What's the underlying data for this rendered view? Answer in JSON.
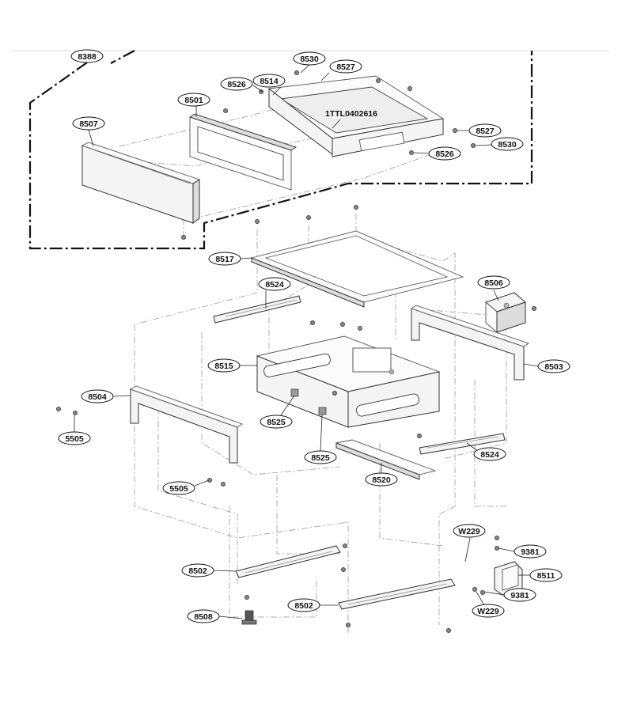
{
  "diagram": {
    "callouts": [
      {
        "id": "c-8388",
        "label": "8388"
      },
      {
        "id": "c-8530a",
        "label": "8530"
      },
      {
        "id": "c-8527a",
        "label": "8527"
      },
      {
        "id": "c-8526a",
        "label": "8526"
      },
      {
        "id": "c-8514",
        "label": "8514"
      },
      {
        "id": "c-8501",
        "label": "8501"
      },
      {
        "id": "c-8507",
        "label": "8507"
      },
      {
        "id": "c-1ttl",
        "label": "1TTL0402616"
      },
      {
        "id": "c-8527b",
        "label": "8527"
      },
      {
        "id": "c-8530b",
        "label": "8530"
      },
      {
        "id": "c-8526b",
        "label": "8526"
      },
      {
        "id": "c-8517",
        "label": "8517"
      },
      {
        "id": "c-8506",
        "label": "8506"
      },
      {
        "id": "c-8524a",
        "label": "8524"
      },
      {
        "id": "c-8515",
        "label": "8515"
      },
      {
        "id": "c-8503",
        "label": "8503"
      },
      {
        "id": "c-8504",
        "label": "8504"
      },
      {
        "id": "c-5505a",
        "label": "5505"
      },
      {
        "id": "c-8525a",
        "label": "8525"
      },
      {
        "id": "c-8525b",
        "label": "8525"
      },
      {
        "id": "c-8524b",
        "label": "8524"
      },
      {
        "id": "c-8520",
        "label": "8520"
      },
      {
        "id": "c-5505b",
        "label": "5505"
      },
      {
        "id": "c-w229a",
        "label": "W229"
      },
      {
        "id": "c-9381a",
        "label": "9381"
      },
      {
        "id": "c-8511",
        "label": "8511"
      },
      {
        "id": "c-8502a",
        "label": "8502"
      },
      {
        "id": "c-9381b",
        "label": "9381"
      },
      {
        "id": "c-w229b",
        "label": "W229"
      },
      {
        "id": "c-8502b",
        "label": "8502"
      },
      {
        "id": "c-8508",
        "label": "8508"
      }
    ]
  }
}
